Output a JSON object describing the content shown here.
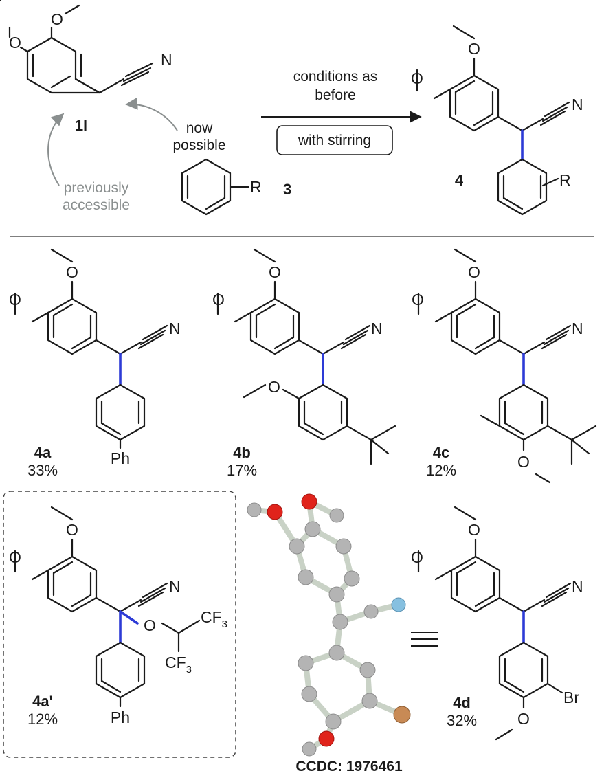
{
  "header": {
    "starting_material_label": "1l",
    "arene_label": "3",
    "product_label": "4",
    "r_label": "R",
    "nitrogen_label": "N",
    "oxygen_label": "O",
    "old_route_label": [
      "previously",
      "accessible"
    ],
    "new_route_label": [
      "now",
      "possible"
    ],
    "conditions_label": [
      "conditions as",
      "before"
    ],
    "stirring_label": "with stirring"
  },
  "compounds": [
    {
      "id": "4a",
      "yield": "33%",
      "substituent": "Ph"
    },
    {
      "id": "4b",
      "yield": "17%"
    },
    {
      "id": "4c",
      "yield": "12%"
    },
    {
      "id": "4a'",
      "yield": "12%",
      "substituent": "Ph",
      "group_label": "CF",
      "group_subscript": "3"
    },
    {
      "id": "4d",
      "yield": "32%",
      "substituent": "Br"
    }
  ],
  "crystal": {
    "caption": "CCDC: 1976461",
    "colors": {
      "carbon": "#b4b4b4",
      "oxygen": "#e0231b",
      "nitrogen": "#86c0e0",
      "bromine": "#c88a55",
      "bond": "#c9d2c6"
    }
  },
  "colors": {
    "new_bond": "#2d3bd6",
    "divider": "#555555",
    "arrow_grey": "#8a8f8f"
  }
}
